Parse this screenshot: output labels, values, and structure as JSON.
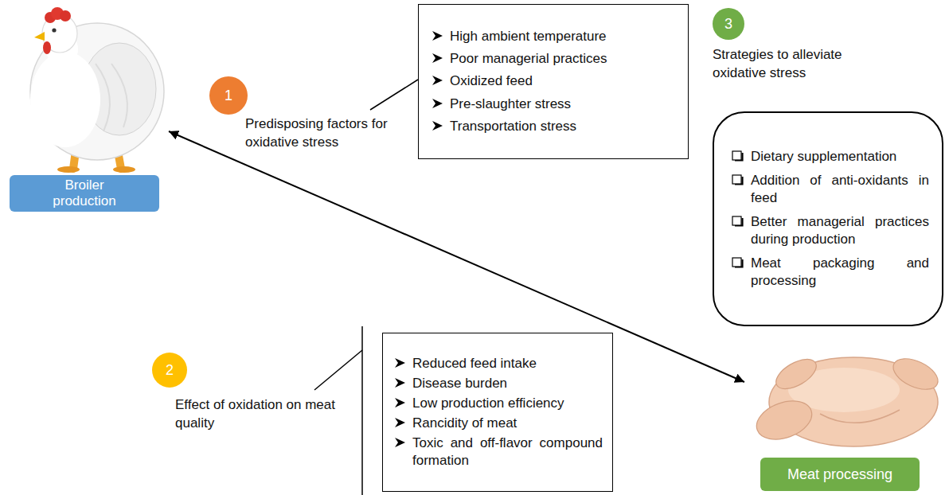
{
  "diagram": {
    "nodes": [
      {
        "text": [
          "Broiler production"
        ]
      },
      {
        "text": [
          "1"
        ]
      },
      {
        "text": [
          "High ambient temperature",
          "Poor managerial practices",
          "Oxidized feed",
          "Pre-slaughter stress",
          "Transportation stress"
        ]
      },
      {
        "text": [
          "3"
        ]
      },
      {
        "text": [
          "Dietary supplementation",
          "Addition of anti-oxidants in feed",
          "Better managerial practices during production",
          "Meat packaging and processing"
        ]
      },
      {
        "text": [
          "2"
        ]
      },
      {
        "text": [
          "Reduced feed intake",
          "Disease burden",
          "Low production efficiency",
          "Rancidity of meat",
          "Toxic and off-flavor compound formation"
        ]
      },
      {
        "text": [
          "Meat processing"
        ]
      }
    ],
    "edges": [
      {
        "from": 0,
        "to": 7,
        "arrow": "both"
      }
    ],
    "labels": [
      "Predisposing factors for oxidative stress",
      "Strategies to alleviate oxidative stress",
      "Effect of oxidation on meat quality"
    ]
  }
}
